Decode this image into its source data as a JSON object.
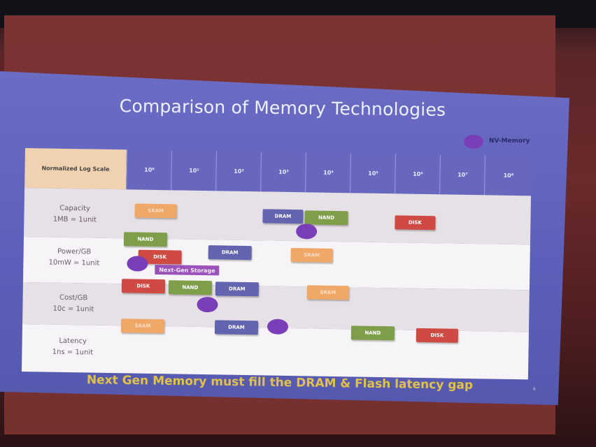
{
  "slide": {
    "title": "Comparison of Memory Technologies",
    "legend_label": "NV-Memory",
    "corner_label": "Normalized Log Scale",
    "scale_headers": [
      "10⁰",
      "10¹",
      "10²",
      "10³",
      "10⁴",
      "10⁵",
      "10⁶",
      "10⁷",
      "10⁸"
    ],
    "rows": [
      {
        "label": "Capacity",
        "unit": "1MB = 1unit"
      },
      {
        "label": "Power/GB",
        "unit": "10mW = 1unit"
      },
      {
        "label": "Cost/GB",
        "unit": "10c = 1unit"
      },
      {
        "label": "Latency",
        "unit": "1ns = 1unit"
      }
    ],
    "bars": {
      "sram": "SRAM",
      "dram": "DRAM",
      "nand": "NAND",
      "disk": "DISK"
    },
    "callout": "Next-Gen Storage",
    "footer": "Next Gen Memory must fill the DRAM & Flash latency gap",
    "page_number": "6"
  },
  "colors": {
    "slide_bg": "#6b6cc4",
    "sram": "#f0a868",
    "dram": "#6264b0",
    "nand": "#7f9e4a",
    "disk": "#d04a44",
    "nv_memory": "#7a3fb8",
    "footer_text": "#e0c24a"
  }
}
